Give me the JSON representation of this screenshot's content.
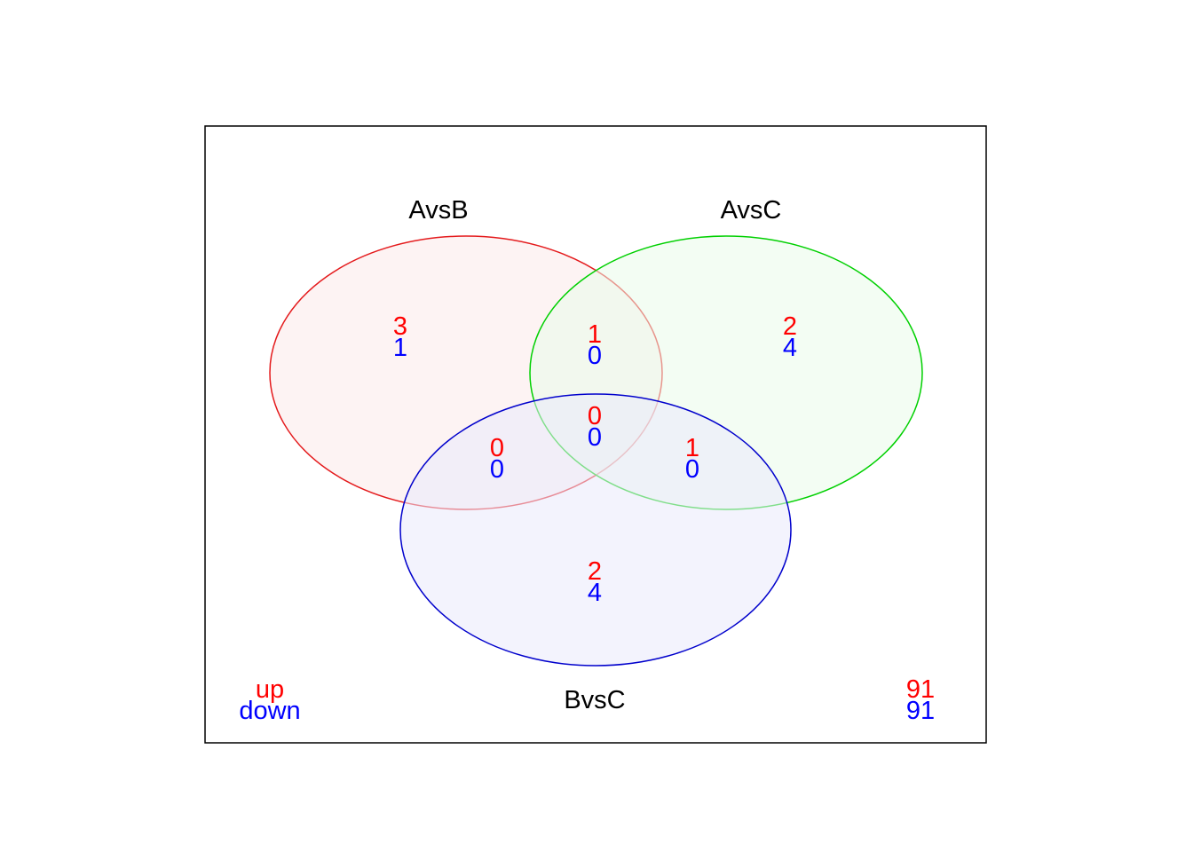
{
  "diagram": {
    "sets": [
      {
        "id": "A",
        "label": "AvsB",
        "stroke": "#E41A1C",
        "fill": "#FCEAEA"
      },
      {
        "id": "B",
        "label": "AvsC",
        "stroke": "#00D000",
        "fill": "#EAFCEA"
      },
      {
        "id": "C",
        "label": "BvsC",
        "stroke": "#0000CC",
        "fill": "#EAEAFC"
      }
    ],
    "regions": [
      {
        "key": "A_only",
        "up": "3",
        "down": "1"
      },
      {
        "key": "B_only",
        "up": "2",
        "down": "4"
      },
      {
        "key": "C_only",
        "up": "2",
        "down": "4"
      },
      {
        "key": "AB",
        "up": "1",
        "down": "0"
      },
      {
        "key": "AC",
        "up": "0",
        "down": "0"
      },
      {
        "key": "BC",
        "up": "1",
        "down": "0"
      },
      {
        "key": "ABC",
        "up": "0",
        "down": "0"
      }
    ],
    "outside": {
      "up": "91",
      "down": "91"
    },
    "legend": {
      "up": "up",
      "down": "down"
    },
    "colors": {
      "up": "#FF0000",
      "down": "#0000FF",
      "frame": "#000000"
    }
  }
}
